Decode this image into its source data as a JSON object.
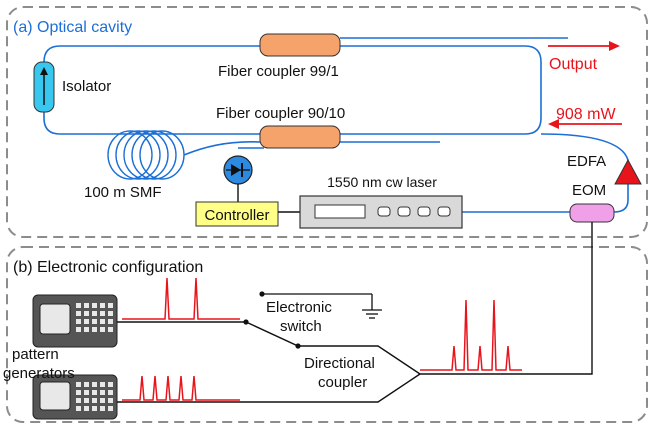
{
  "sections": {
    "optical": "(a) Optical cavity",
    "electronic": "(b) Electronic configuration"
  },
  "labels": {
    "coupler_top": "Fiber coupler 99/1",
    "coupler_bottom": "Fiber coupler 90/10",
    "isolator": "Isolator",
    "output": "Output",
    "power": "908 mW",
    "smf": "100 m SMF",
    "edfa": "EDFA",
    "eom": "EOM",
    "laser": "1550 nm cw laser",
    "controller": "Controller",
    "switch_line1": "Electronic",
    "switch_line2": "switch",
    "pattern_line1": "pattern",
    "pattern_line2": "generators",
    "dircoupler_line1": "Directional",
    "dircoupler_line2": "coupler"
  },
  "colors": {
    "section_title": "#1c6fd6",
    "fiber": "#1c6fd6",
    "arrow": "#e8141b",
    "coupler": "#f5a36b",
    "isolator": "#38c7ef",
    "eom": "#f0a0e8",
    "edfa": "#e8141b",
    "controller": "#ffff88",
    "laser": "#d9d9d9",
    "pulse": "#e8141b",
    "dashed_border": "#8c8c8c"
  },
  "icons": [
    "photodiode-icon",
    "pattern-generator-icon",
    "ground-icon",
    "switch-icon"
  ]
}
